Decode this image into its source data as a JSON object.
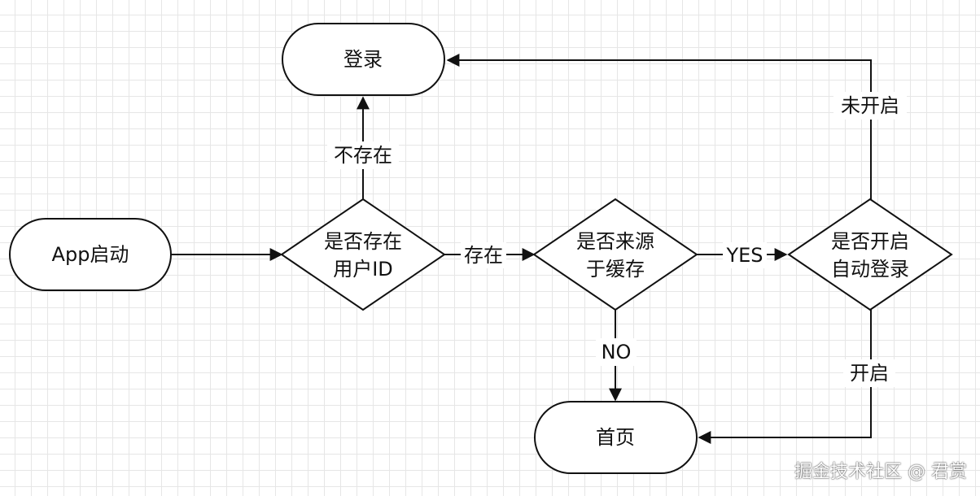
{
  "nodes": {
    "start": "App启动",
    "check_user_id": [
      "是否存在",
      "用户ID"
    ],
    "check_cache": [
      "是否来源",
      "于缓存"
    ],
    "check_auto_login": [
      "是否开启",
      "自动登录"
    ],
    "login": "登录",
    "home": "首页"
  },
  "edges": {
    "not_exist": "不存在",
    "exist": "存在",
    "yes": "YES",
    "no": "NO",
    "not_enabled": "未开启",
    "enabled": "开启"
  },
  "watermark": "掘金技术社区 @ 君赏"
}
